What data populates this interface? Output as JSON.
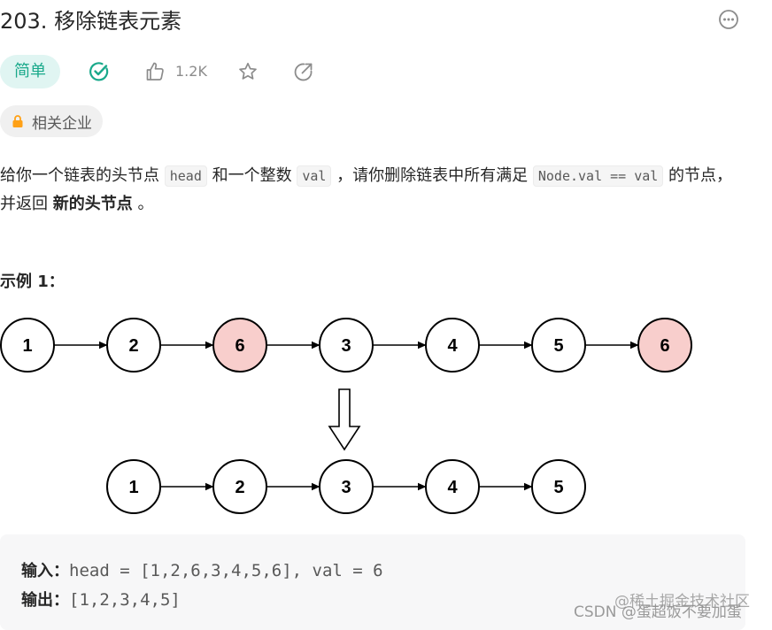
{
  "problem": {
    "title": "203. 移除链表元素",
    "difficulty": "简单",
    "likes": "1.2K",
    "company_tag": "相关企业"
  },
  "description": {
    "part1": "给你一个链表的头节点 ",
    "code1": "head",
    "part2": " 和一个整数 ",
    "code2": "val",
    "part3": " ，请你删除链表中所有满足 ",
    "code3": "Node.val == val",
    "part4": " 的节点，并返回 ",
    "bold": "新的头节点",
    "part5": " 。"
  },
  "example": {
    "title": "示例 1：",
    "input_label": "输入：",
    "input_value": "head = [1,2,6,3,4,5,6], val = 6",
    "output_label": "输出：",
    "output_value": "[1,2,3,4,5]"
  },
  "diagram": {
    "top_list": [
      "1",
      "2",
      "6",
      "3",
      "4",
      "5",
      "6"
    ],
    "top_removed": [
      false,
      false,
      true,
      false,
      false,
      false,
      true
    ],
    "bottom_list": [
      "1",
      "2",
      "3",
      "4",
      "5"
    ]
  },
  "watermark": {
    "line1": "@稀土掘金技术社区",
    "line2": "CSDN @蛋超饭不要加蛋"
  },
  "colors": {
    "accent_green": "#1aa98b",
    "removed_fill": "#f8cecc"
  },
  "icons": {
    "more": "more-horizontal-icon",
    "solved": "check-circle-icon",
    "like": "thumbs-up-icon",
    "favorite": "star-icon",
    "share": "share-icon",
    "lock": "lock-icon"
  }
}
